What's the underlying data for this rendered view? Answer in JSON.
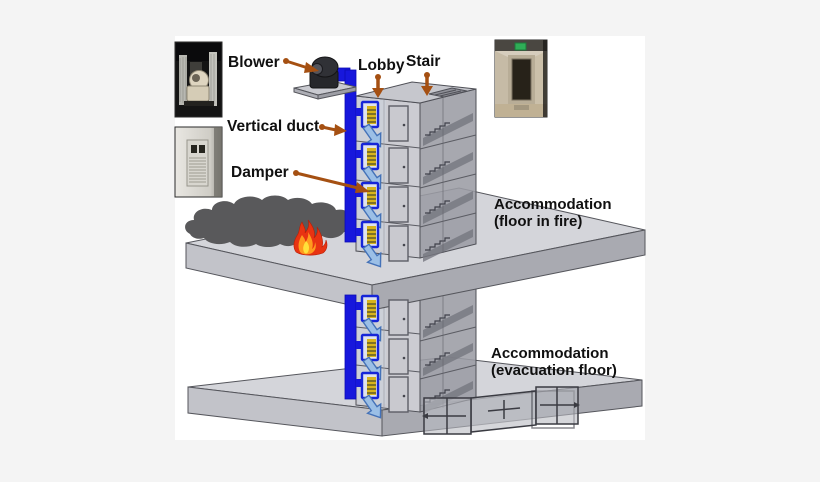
{
  "page": {
    "background_color": "#f4f4f4",
    "figure_background_color": "#ffffff"
  },
  "diagram": {
    "labels": {
      "blower": "Blower",
      "lobby": "Lobby",
      "stair": "Stair",
      "vertical_duct": "Vertical duct",
      "damper": "Damper"
    },
    "floor_annotations": {
      "fire_floor_line1": "Accommodation",
      "fire_floor_line2": "(floor in fire)",
      "evacuation_floor_line1": "Accommodation",
      "evacuation_floor_line2": "(evacuation floor)"
    },
    "photos": [
      {
        "name": "blower-photo",
        "depicts": "blower fan unit in machine room"
      },
      {
        "name": "damper-photo",
        "depicts": "wall-mounted damper grille"
      },
      {
        "name": "lobby-photo",
        "depicts": "lobby corridor with exit sign"
      }
    ],
    "structure": {
      "upper_floors_shown": 4,
      "lower_floors_shown": 3,
      "dampers_total": 7
    },
    "colors": {
      "duct_blue": "#1717dc",
      "damper_yellow": "#d8b41c",
      "damper_frame_blue": "#1626d8",
      "airflow_arrow_fill": "#9bbfe6",
      "airflow_arrow_stroke": "#4472b8",
      "label_arrow_brown": "#a55012",
      "smoke_gray": "#59595b",
      "fire_red": "#e83312",
      "fire_orange": "#ff9a1e",
      "fire_yellow": "#ffe13a",
      "building_face_gray": "#ccccd2",
      "stair_face_gray": "#9b9ca4",
      "slab_top_gray": "#d4d5da",
      "exit_sign_green": "#2fae57"
    }
  }
}
